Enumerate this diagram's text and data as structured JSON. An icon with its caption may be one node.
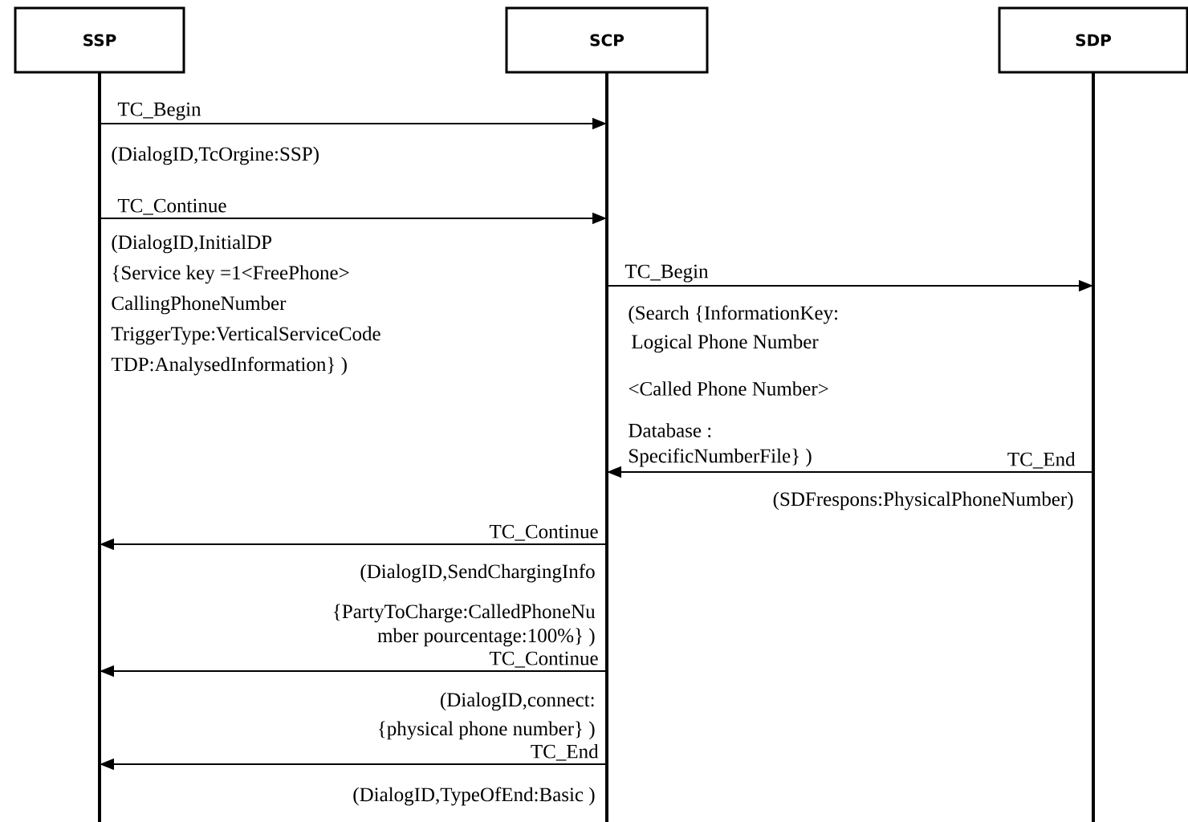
{
  "diagram": {
    "nodes": [
      {
        "text": [
          "SSP"
        ]
      },
      {
        "text": [
          "SCP"
        ]
      },
      {
        "text": [
          "SDP"
        ]
      }
    ],
    "edges": [
      {
        "from": 0,
        "to": 1,
        "arrow": "to",
        "label": "TC_Begin"
      },
      {
        "from": 0,
        "to": 1,
        "arrow": "to",
        "label": "TC_Continue"
      },
      {
        "from": 1,
        "to": 2,
        "arrow": "to",
        "label": "TC_Begin"
      },
      {
        "from": 2,
        "to": 1,
        "arrow": "to",
        "label": "TC_End"
      },
      {
        "from": 1,
        "to": 0,
        "arrow": "to",
        "label": "TC_Continue"
      },
      {
        "from": 1,
        "to": 0,
        "arrow": "to",
        "label": "TC_Continue"
      },
      {
        "from": 1,
        "to": 0,
        "arrow": "to",
        "label": "TC_End"
      }
    ],
    "labels": [
      "(DialogID,TcOrgine:SSP)",
      "(DialogID,InitialDP",
      "{Service key =1<FreePhone>",
      "CallingPhoneNumber",
      "TriggerType:VerticalServiceCode",
      "TDP:AnalysedInformation}  )",
      "(Search {InformationKey:",
      "Logical Phone Number",
      "<Called Phone Number>",
      "Database :",
      "SpecificNumberFile}  )",
      "(SDFrespons:PhysicalPhoneNumber)",
      "(DialogID,SendChargingInfo",
      "{PartyToCharge:CalledPhoneNu",
      "mber pourcentage:100%}  )",
      "(DialogID,connect:",
      "{physical phone number}  )",
      "(DialogID,TypeOfEnd:Basic  )"
    ]
  }
}
